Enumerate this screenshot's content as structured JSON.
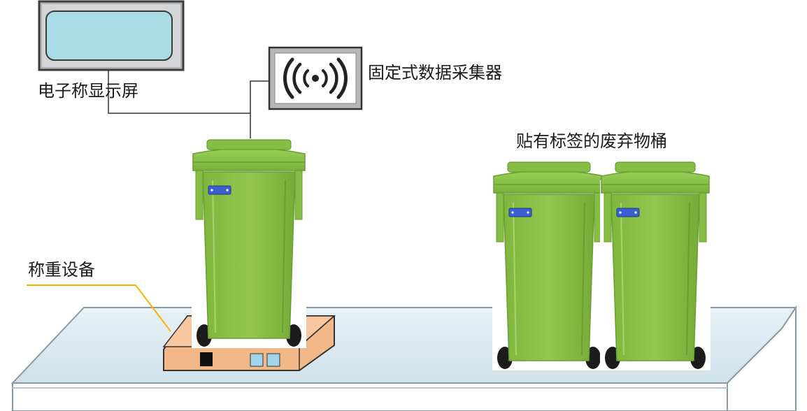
{
  "labels": {
    "display": "电子称显示屏",
    "collector": "固定式数据采集器",
    "scale": "称重设备",
    "bins": "贴有标签的废弃物桶"
  },
  "colors": {
    "bin_body": "#8cc04a",
    "bin_lid": "#86bd45",
    "bin_dark": "#6a9e33",
    "tag": "#3a5fd0",
    "scale_platform": "#f3b887",
    "table_top": "#dbe9f0",
    "screen": "#a9dce4",
    "pointer_line": "#f2b800"
  },
  "icons": {
    "collector": "wireless-signal-icon",
    "display": "monitor-screen-icon"
  }
}
